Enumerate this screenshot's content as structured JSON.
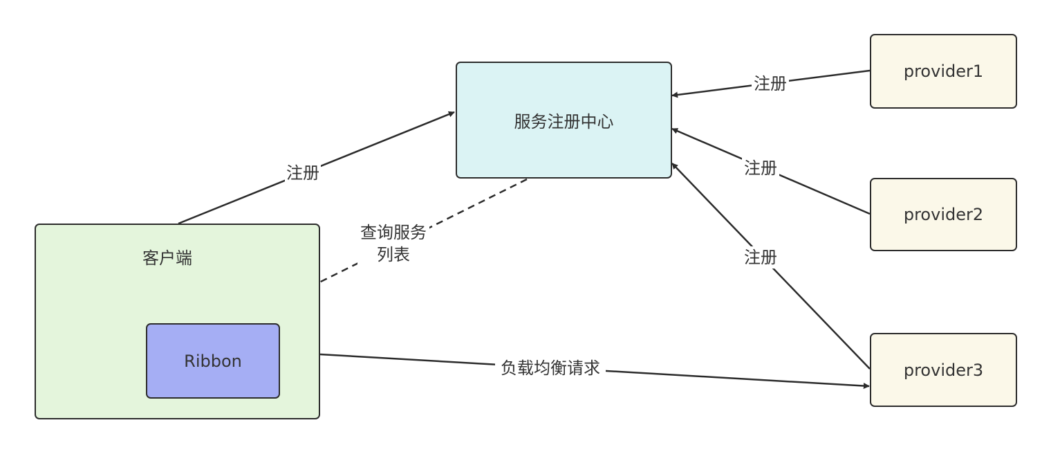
{
  "colors": {
    "registry_fill": "#dbf3f4",
    "client_fill": "#e4f5dc",
    "ribbon_fill": "#a5aef4",
    "provider_fill": "#fbf8e9",
    "stroke": "#2b2b2b"
  },
  "nodes": {
    "registry": "服务注册中心",
    "client": "客户端",
    "ribbon": "Ribbon",
    "provider1": "provider1",
    "provider2": "provider2",
    "provider3": "provider3"
  },
  "edges": {
    "client_register": "注册",
    "p1_register": "注册",
    "p2_register": "注册",
    "p3_register": "注册",
    "query_line1": "查询服务",
    "query_line2": "列表",
    "load_balance": "负载均衡请求"
  }
}
